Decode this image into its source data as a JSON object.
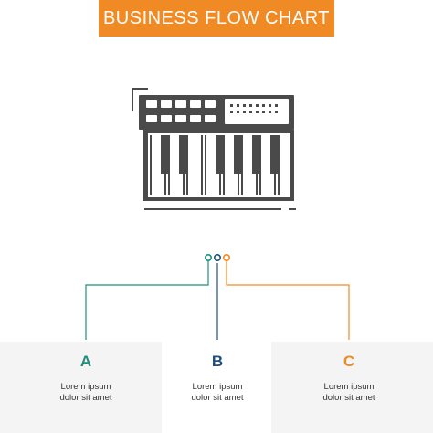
{
  "header": {
    "title": "BUSINESS FLOW CHART"
  },
  "colors": {
    "banner": "#f08a24",
    "icon": "#4a4a4a",
    "step_a": "#1e8f7a",
    "step_b": "#1e4f80",
    "step_c": "#f08a24",
    "connector_gray": "#6d6d6d"
  },
  "steps": [
    {
      "letter": "A",
      "line1": "Lorem ipsum",
      "line2": "dolor sit amet"
    },
    {
      "letter": "B",
      "line1": "Lorem ipsum",
      "line2": "dolor sit amet"
    },
    {
      "letter": "C",
      "line1": "Lorem ipsum",
      "line2": "dolor sit amet"
    }
  ],
  "icon": {
    "name": "synthesizer-keyboard-icon"
  }
}
